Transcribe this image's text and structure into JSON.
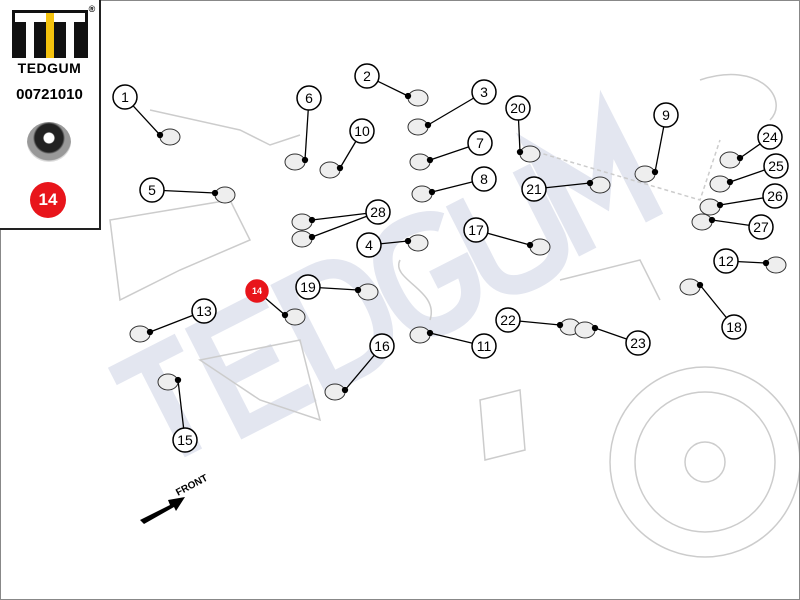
{
  "brand": {
    "name": "TEDGUM",
    "registered": "®",
    "part_number": "00721010",
    "highlight_number": "14",
    "highlight_color": "#e8151b"
  },
  "watermark": "TEDGUM",
  "front_label": "FRONT",
  "callouts": [
    "1",
    "2",
    "3",
    "4",
    "5",
    "6",
    "7",
    "8",
    "9",
    "10",
    "11",
    "12",
    "13",
    "14",
    "15",
    "16",
    "17",
    "18",
    "19",
    "20",
    "21",
    "22",
    "23",
    "24",
    "25",
    "26",
    "27",
    "28"
  ]
}
